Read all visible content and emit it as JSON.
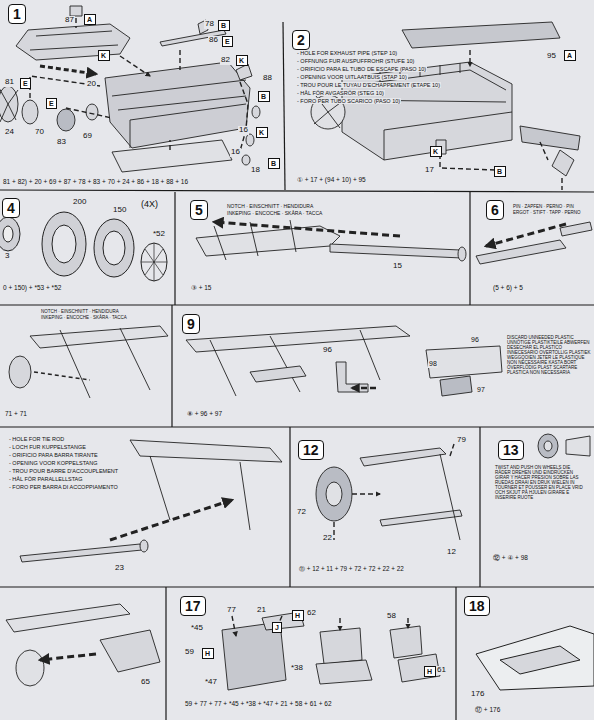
{
  "diagram": {
    "nodes": [
      {
        "text": [
          "1"
        ]
      },
      {
        "text": [
          "A"
        ]
      },
      {
        "text": [
          "B"
        ]
      },
      {
        "text": [
          "E"
        ]
      },
      {
        "text": [
          "K"
        ]
      },
      {
        "text": [
          "K"
        ]
      },
      {
        "text": [
          "E"
        ]
      },
      {
        "text": [
          "E"
        ]
      },
      {
        "text": [
          "B"
        ]
      },
      {
        "text": [
          "K"
        ]
      },
      {
        "text": [
          "B"
        ]
      },
      {
        "text": [
          "2"
        ]
      },
      {
        "text": [
          "A"
        ]
      },
      {
        "text": [
          "K"
        ]
      },
      {
        "text": [
          "B"
        ]
      },
      {
        "text": [
          "4"
        ]
      },
      {
        "text": [
          "5"
        ]
      },
      {
        "text": [
          "6"
        ]
      },
      {
        "text": [
          "9"
        ]
      },
      {
        "text": [
          "12"
        ]
      },
      {
        "text": [
          "13"
        ]
      },
      {
        "text": [
          "17"
        ]
      },
      {
        "text": [
          "H"
        ]
      },
      {
        "text": [
          "J"
        ]
      },
      {
        "text": [
          "H"
        ]
      },
      {
        "text": [
          "H"
        ]
      },
      {
        "text": [
          "18"
        ]
      }
    ],
    "labels": [
      "87",
      "78",
      "86",
      "20",
      "82",
      "81",
      "88",
      "24",
      "70",
      "83",
      "69",
      "16",
      "16",
      "18",
      "81 + 82) + 20 + 69 + 87 + 78 + 83 + 70 + 24 + 86 + 18 + 88 + 16",
      "- HOLE FOR EXHAUST PIPE (STEP 10)",
      "- OFFNUNG FUR AUSPUFFROHR (STUFE 10)",
      "- ORIFICIO PARA EL TUBO DE ESCAPE (PASO 10)",
      "- OPENING VOOR UITLAATBUIS (STAP 10)",
      "- TROU POUR LE TUYAU D'ECHAPPEMENT (ETAPE 10)",
      "- HÅL FÖR AVGASRÖR (STEG 10)",
      "- FORO PER TUBO SCARICO (PASO 10)",
      "95",
      "17",
      "① + 17 + (94 + 10) + 95",
      "200",
      "150",
      "(4X)",
      "*52",
      "3",
      "0 + 150) + *53 + *52",
      "NOTCH · EINSCHNITT · HENDIDURA",
      "INKEPING · ENCOCHE · SKÅRA · TACCA",
      "15",
      "③ + 15",
      "PIN · ZAPFEN · PERNO · PIN",
      "ERGOT · STIFT · TAPP · PERNO",
      "(5 + 6) + 5",
      "NOTCH · EINSCHNITT · HENDIDURA",
      "INKEPING · ENCOCHE · SKÅRA · TACCA",
      "71 + 71",
      "96",
      "96",
      "98",
      "97",
      "DISCARD UNNEEDED PLASTIC UNNÖTIGE PLASTIKTEILE ABWERFEN DESECHAR EL PLASTICO INNECESARIO OVERTOLLIG PLASTIEK WEGGOOIEN JETER LE PLASTIQUE NON NÉCESSAIRE KASTA BORT ÖVERFLÖDIG PLAST SCARTARE PLASTICA NON NECESSARIA",
      "⑧ + 96 + 97",
      "- HOLE FOR TIE ROD",
      "- LOCH FUR KUPPELSTANGE",
      "- ORIFICIO PARA BARRA TIRANTE",
      "- OPENING VOOR KOPPELSTANG",
      "- TROU POUR BARRE D'ACCOUPLEMENT",
      "- HÅL FÖR PARALLELLSTAG",
      "- FORO PER BARRA DI ACCOPPIAMENTO",
      "23",
      "79",
      "72",
      "22",
      "12",
      "⑪ + 12 + 11 + 79 + 72 + 72 + 22 + 22",
      "TWIST AND PUSH ON WHEELS DIE RÄDER DREHEN UND EINDRÜCKEN GIRAR Y HACER PRESION SOBRE LAS RUEDAS DRAAI EN DRUK WIELEN IN TOURNER ET POUSSER EN PLACE VRID OCH SKJUT PÅ HJULEN GIRARE E INSERIRE RUOTE",
      "⑫ + ④ + 98",
      "65",
      "*45",
      "77",
      "21",
      "62",
      "58",
      "59",
      "*38",
      "*47",
      "61",
      "59 + 77 + 77 + *45 + *38 + *47 + 21 + 58 + 61 + 62",
      "176",
      "⑰ + 176"
    ]
  }
}
